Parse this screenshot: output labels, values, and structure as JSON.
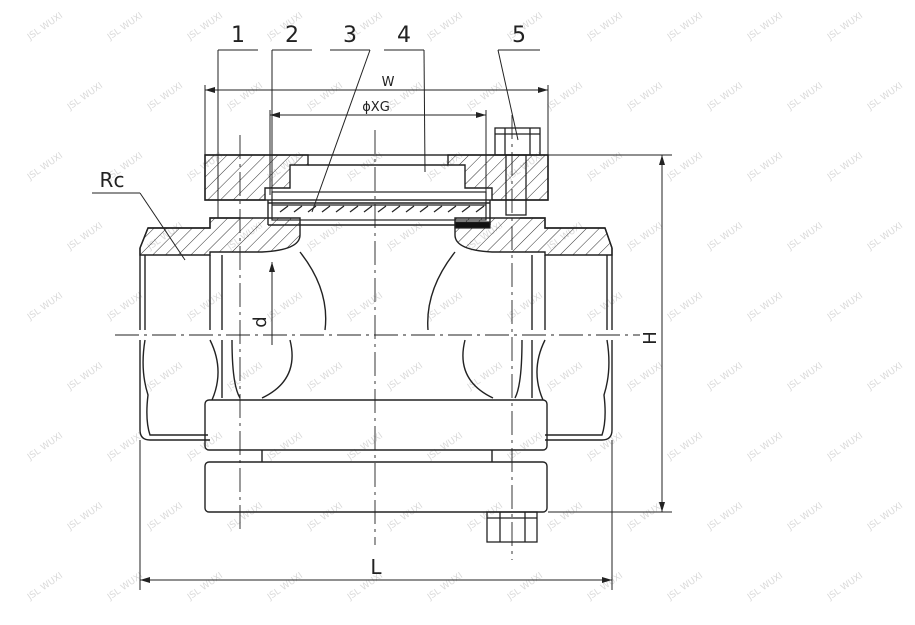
{
  "part_numbers": [
    "1",
    "2",
    "3",
    "4",
    "5"
  ],
  "dimensions": {
    "width": "W",
    "glass_dia": "ϕXG",
    "height": "H",
    "length": "L",
    "bore": "d",
    "thread": "Rc"
  },
  "watermark": "JSL WUXI",
  "colors": {
    "line": "#222222",
    "hatch": "#333333",
    "watermark": "#d9d9d9"
  }
}
